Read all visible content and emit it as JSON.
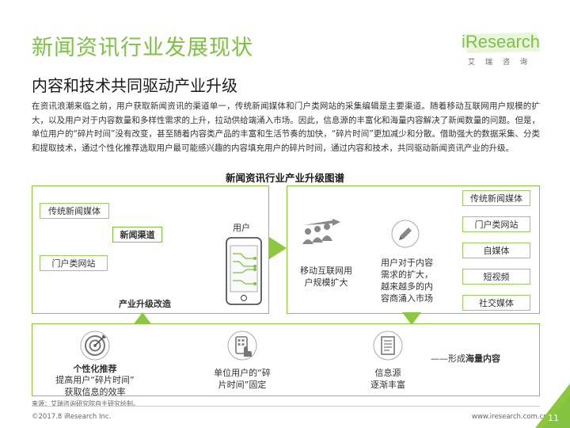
{
  "header": {
    "title": "新闻资讯行业发展现状",
    "subtitle": "内容和技术共同驱动产业升级"
  },
  "logo": {
    "brand": "iResearch",
    "sub": "艾瑞咨询"
  },
  "intro": "在资讯浪潮来临之前，用户获取新闻资讯的渠道单一，传统新闻媒体和门户类网站的采集编辑是主要渠道。随着移动互联网用户规模的扩大，以及用户对于内容数量和多样性需求的上升，拉动供给端涌入市场。因此，信息源的丰富化和海量内容解决了新闻数量的问题。但是，单位用户的“碎片时间”没有改变，甚至随着内容类产品的丰富和生活节奏的加快，“碎片时间”更加减少和分散。借助强大的数据采集、分类和提取技术，通过个性化推荐选取用户最可能感兴趣的内容填充用户的碎片时间，通过内容和技术，共同驱动新闻资讯产业的升级。",
  "diagram": {
    "title": "新闻资讯行业产业升级图谱",
    "left_panel": {
      "sources": [
        "传统新闻媒体",
        "门户类网站"
      ],
      "channel": "新闻渠道",
      "user_label": "用户",
      "caption": "产业升级改造"
    },
    "right_panel": {
      "mobile_growth": [
        "移动互联网用",
        "户规模扩大"
      ],
      "demand": [
        "用户对于内容",
        "需求的扩大，",
        "越来越多的内",
        "容商涌入市场"
      ],
      "suppliers": [
        "传统新闻媒体",
        "门户类网站",
        "自媒体",
        "短视频",
        "社交媒体"
      ]
    },
    "bottom_panel": {
      "info_source": [
        "信息源",
        "逐渐丰富"
      ],
      "unit_time": [
        "单位用户的“碎",
        "片时间”固定"
      ],
      "personal_title": "个性化推荐",
      "personal_desc": [
        "提高用户“碎片时间”",
        "获取信息的效率"
      ],
      "formed_prefix": "——形成",
      "formed_bold": "海量内容"
    }
  },
  "footer": {
    "source": "来源：艾瑞咨询研究院自主研究绘制。",
    "copyright": "©2017.8 iResearch Inc.",
    "website": "www.iresearch.com.cn",
    "page": "11"
  },
  "colors": {
    "accent": "#7dc242",
    "border": "#8dc63f",
    "arrow": "#8dc63f",
    "text": "#333333"
  }
}
